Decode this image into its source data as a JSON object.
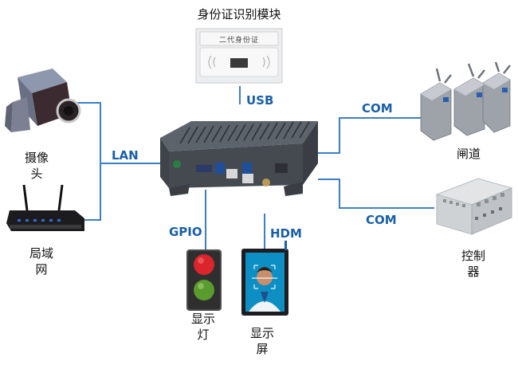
{
  "title": "身份证识别模块",
  "id_reader_card_text": "二代身份证",
  "devices": {
    "camera": "摄像头",
    "lan_network": "局域网",
    "turnstile": "闸道",
    "controller": "控制器",
    "display_light": "显示灯",
    "display_screen": "显示屏"
  },
  "protocols": {
    "usb": "USB",
    "lan": "LAN",
    "com_top": "COM",
    "com_bottom": "COM",
    "gpio": "GPIO",
    "hdmi": "HDM"
  },
  "colors": {
    "connector_line": "#3d7fc4",
    "protocol_text": "#1a5fa8",
    "box_dark": "#4a4f57",
    "light_red": "#d9252b",
    "light_green": "#5a9b2e"
  }
}
